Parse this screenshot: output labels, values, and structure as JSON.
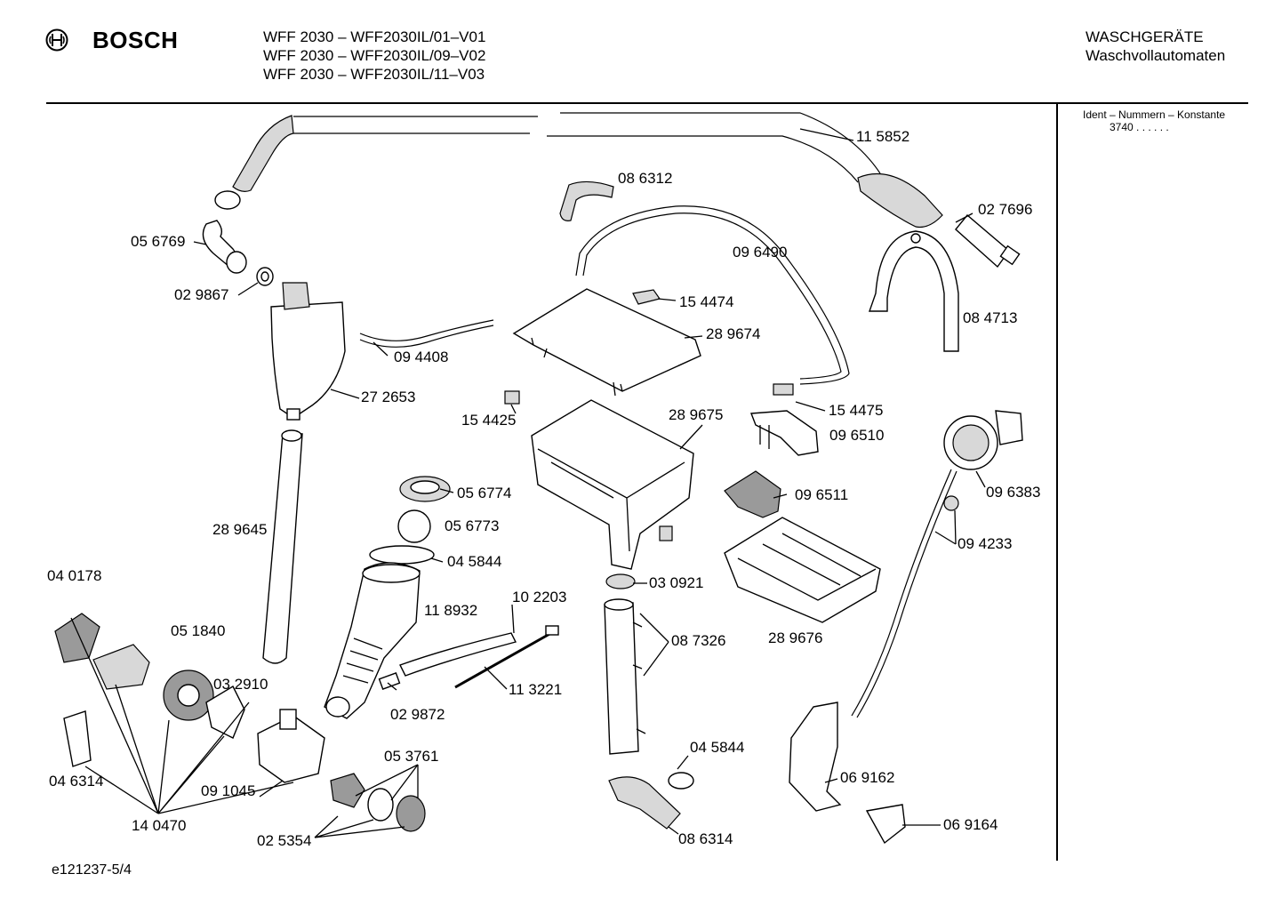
{
  "header": {
    "brand": "BOSCH",
    "models": [
      "WFF 2030 – WFF2030IL/01–V01",
      "WFF 2030 – WFF2030IL/09–V02",
      "WFF 2030 – WFF2030IL/11–V03"
    ],
    "category": "WASCHGERÄTE",
    "subcategory": "Waschvollautomaten"
  },
  "side_panel": {
    "heading": "Ident – Nummern – Konstante",
    "value": "3740  . .    . . . ."
  },
  "footer": {
    "drawing_id": "e121237-5/4"
  },
  "parts": [
    {
      "label": "11 5852"
    },
    {
      "label": "08 6312"
    },
    {
      "label": "02 7696"
    },
    {
      "label": "05 6769"
    },
    {
      "label": "09 6490"
    },
    {
      "label": "02 9867"
    },
    {
      "label": "15 4474"
    },
    {
      "label": "08 4713"
    },
    {
      "label": "28 9674"
    },
    {
      "label": "09 4408"
    },
    {
      "label": "27 2653"
    },
    {
      "label": "15 4425"
    },
    {
      "label": "15 4475"
    },
    {
      "label": "28 9675"
    },
    {
      "label": "09 6510"
    },
    {
      "label": "09 6383"
    },
    {
      "label": "05 6774"
    },
    {
      "label": "09 6511"
    },
    {
      "label": "05 6773"
    },
    {
      "label": "09 4233"
    },
    {
      "label": "28 9645"
    },
    {
      "label": "04 5844"
    },
    {
      "label": "04 0178"
    },
    {
      "label": "10 2203"
    },
    {
      "label": "03 0921"
    },
    {
      "label": "11 8932"
    },
    {
      "label": "05 1840"
    },
    {
      "label": "08 7326"
    },
    {
      "label": "28 9676"
    },
    {
      "label": "03 2910"
    },
    {
      "label": "11 3221"
    },
    {
      "label": "02 9872"
    },
    {
      "label": "04 5844"
    },
    {
      "label": "05 3761"
    },
    {
      "label": "04 6314"
    },
    {
      "label": "06 9162"
    },
    {
      "label": "09 1045"
    },
    {
      "label": "14 0470"
    },
    {
      "label": "06 9164"
    },
    {
      "label": "02 5354"
    },
    {
      "label": "08 6314"
    }
  ]
}
